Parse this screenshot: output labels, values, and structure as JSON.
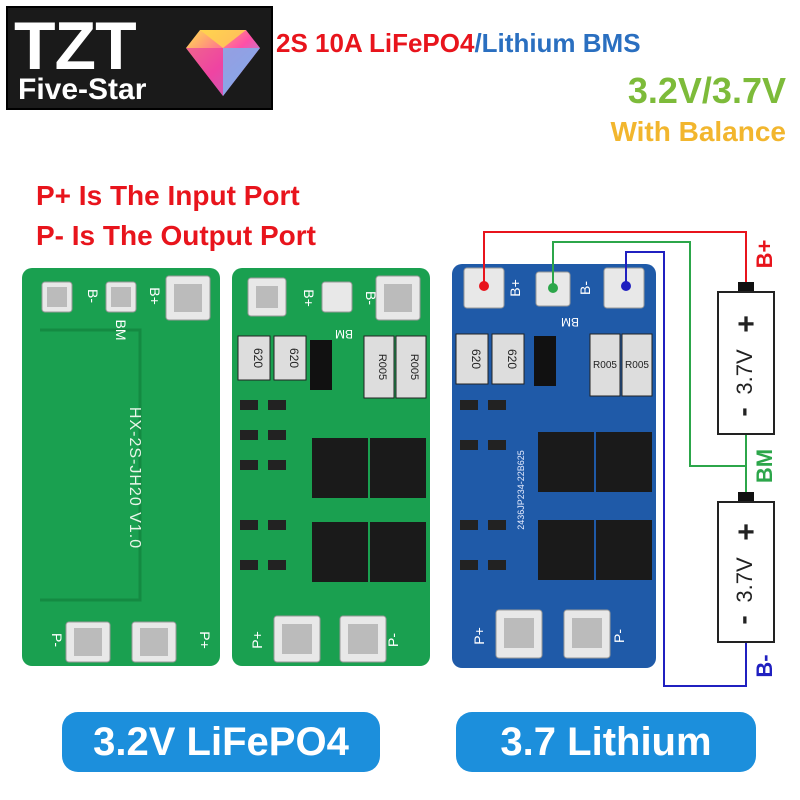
{
  "logo": {
    "brand": "TZT",
    "tagline": "Five-Star"
  },
  "title": {
    "line1_red": "2S 10A LiFePO4",
    "line1_blue": "/Lithium BMS",
    "line2": "3.2V/3.7V",
    "line3": "With Balance"
  },
  "ports": {
    "input_note": "P+ Is The Input Port",
    "output_note": "P- Is The Output Port"
  },
  "boards": {
    "left_silk": "HX-2S-JH20 V1.0",
    "left_top": [
      "B-",
      "B+"
    ],
    "left_bm": "BM",
    "left_bottom": [
      "P-",
      "P+"
    ],
    "mid_top": [
      "B+",
      "B-"
    ],
    "mid_bm": "BM",
    "mid_bottom": [
      "P+",
      "P-"
    ],
    "mid_res": [
      "R005",
      "R005"
    ],
    "mid_codes": [
      "620",
      "620"
    ],
    "right_top": [
      "B+",
      "B-"
    ],
    "right_bm": "BM",
    "right_bottom": [
      "P+",
      "P-"
    ],
    "right_res": [
      "R005",
      "R005"
    ],
    "right_codes": [
      "620",
      "620"
    ],
    "right_silk": "2436JP234-22B625"
  },
  "wiring": {
    "b_plus": "B+",
    "bm": "BM",
    "b_minus": "B-",
    "cell1": "3.7V",
    "cell2": "3.7V",
    "plus": "+",
    "minus": "-"
  },
  "buttons": {
    "lifepo4": "3.2V LiFePO4",
    "lithium": "3.7 Lithium"
  },
  "colors": {
    "red": "#e8141c",
    "blue": "#2a6fc0",
    "green": "#7dbb3a",
    "yellow": "#f2b62e",
    "pill": "#1c8fdc",
    "board_green": "#1aa050",
    "board_blue": "#1f5aa8"
  }
}
